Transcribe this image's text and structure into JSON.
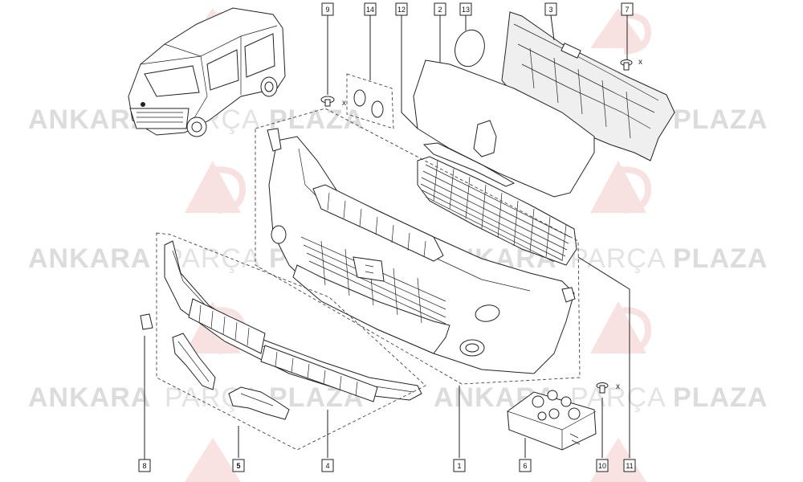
{
  "watermark": {
    "word1": "ANKARA",
    "word2": "PARÇA",
    "word3": "PLAZA",
    "logo_text": "AP",
    "colors": {
      "text": "#dcdcdc",
      "logo": "#f2caca"
    }
  },
  "callouts": [
    {
      "id": "c1",
      "label": "1",
      "highlighted": false
    },
    {
      "id": "c2",
      "label": "2",
      "highlighted": false
    },
    {
      "id": "c3",
      "label": "3",
      "highlighted": false
    },
    {
      "id": "c4",
      "label": "4",
      "highlighted": false
    },
    {
      "id": "c5",
      "label": "5",
      "highlighted": true
    },
    {
      "id": "c6",
      "label": "6",
      "highlighted": false
    },
    {
      "id": "c7",
      "label": "7",
      "highlighted": false
    },
    {
      "id": "c8",
      "label": "8",
      "highlighted": false
    },
    {
      "id": "c9",
      "label": "9",
      "highlighted": false
    },
    {
      "id": "c10",
      "label": "10",
      "highlighted": false
    },
    {
      "id": "c11",
      "label": "11",
      "highlighted": false
    },
    {
      "id": "c12",
      "label": "12",
      "highlighted": false
    },
    {
      "id": "c13",
      "label": "13",
      "highlighted": false
    },
    {
      "id": "c14",
      "label": "14",
      "highlighted": false
    }
  ],
  "quantity_marks": {
    "x": "x"
  },
  "highlight_color": "#e00000"
}
